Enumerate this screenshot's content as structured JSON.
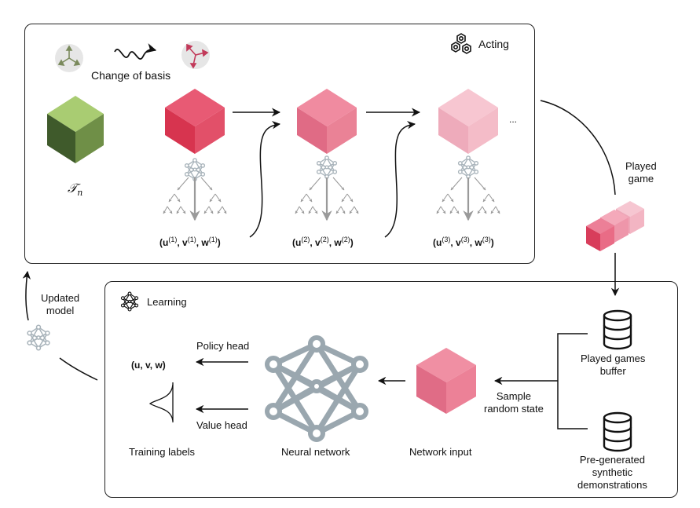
{
  "acting": {
    "title": "Acting",
    "change_of_basis": "Change of basis",
    "tensor_label": "𝒯",
    "tensor_sub": "n",
    "ellipsis": "...",
    "steps": [
      {
        "u": "u",
        "v": "v",
        "w": "w",
        "index": "(1)"
      },
      {
        "u": "u",
        "v": "v",
        "w": "w",
        "index": "(2)"
      },
      {
        "u": "u",
        "v": "v",
        "w": "w",
        "index": "(3)"
      }
    ]
  },
  "played_game": {
    "line1": "Played",
    "line2": "game"
  },
  "updated_model": {
    "line1": "Updated",
    "line2": "model"
  },
  "learning": {
    "title": "Learning",
    "policy_head": "Policy head",
    "value_head": "Value head",
    "uvw": "(u, v, w)",
    "training_labels": "Training labels",
    "neural_network": "Neural network",
    "network_input": "Network input",
    "sample_line1": "Sample",
    "sample_line2": "random state",
    "buffer_line1": "Played games",
    "buffer_line2": "buffer",
    "pregen_line1": "Pre-generated",
    "pregen_line2": "synthetic",
    "pregen_line3": "demonstrations"
  },
  "colors": {
    "cube_green_top": "#a9cc72",
    "cube_green_left": "#3f5a2b",
    "cube_green_right": "#6f8f47",
    "cube1": "#e0405f",
    "cube2": "#e8758c",
    "cube3": "#f3b5c2",
    "network_gray": "#9aa7af"
  }
}
